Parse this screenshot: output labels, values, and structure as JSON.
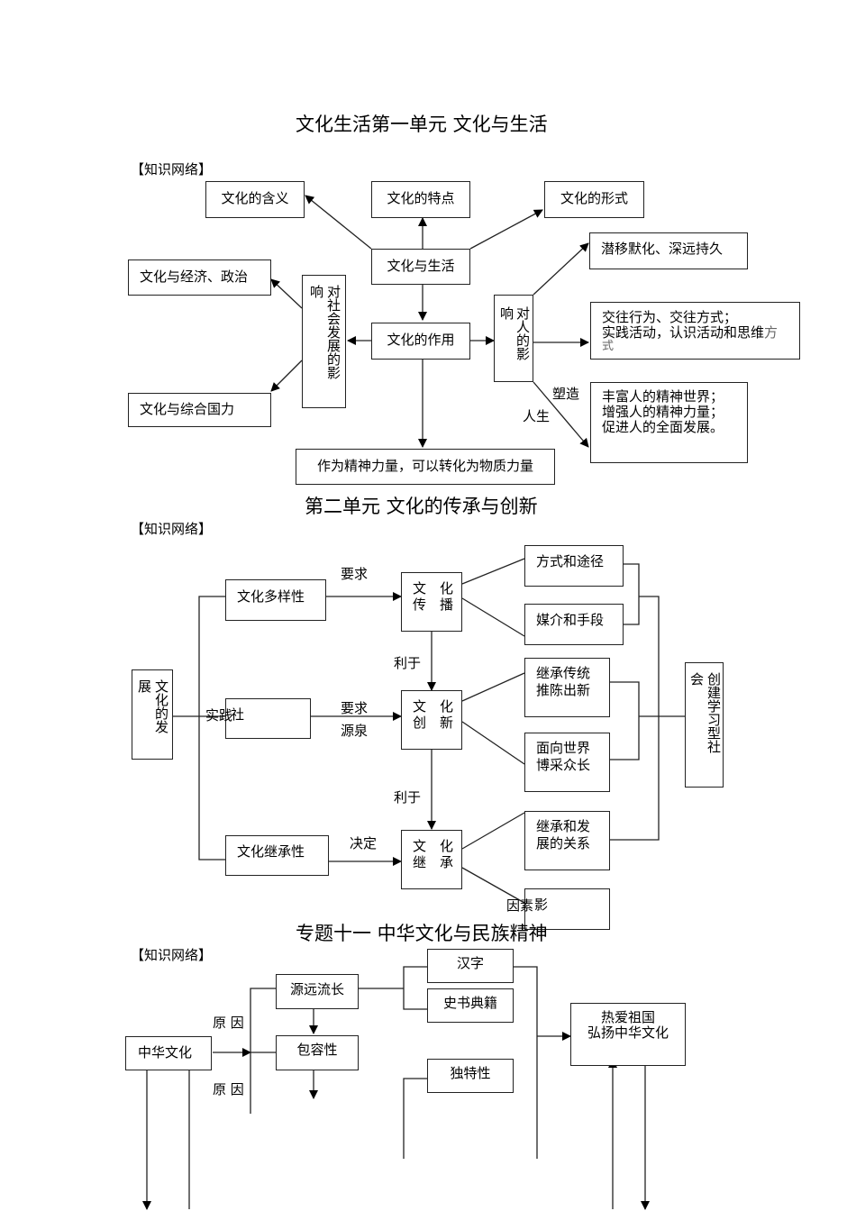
{
  "section1": {
    "title": "文化生活第一单元 文化与生活",
    "network_label": "【知识网络】",
    "nodes": {
      "meaning": "文化的含义",
      "features": "文化的特点",
      "forms": "文化的形式",
      "culture_life": "文化与生活",
      "econ_politics": "文化与经济、政治",
      "society_impact_a": "响",
      "society_impact_b": "对社会发展的影",
      "role": "文化的作用",
      "person_impact_a": "响",
      "person_impact_b": "对人的影",
      "subtle": "潜移默化、深远持久",
      "behavior_line1": "交往行为、交往方式；",
      "behavior_line2": "实践活动，认识活动和思维",
      "behavior_line2_tail": "方",
      "behavior_line3": "式",
      "national_power": "文化与综合国力",
      "spirit_line1": "丰富人的精神世界；",
      "spirit_line2": "增强人的精神力量；",
      "spirit_line3": "促进人的全面发展。",
      "material": "作为精神力量，可以转化为物质力量"
    },
    "edge_labels": {
      "shape": "塑造",
      "life": "人生"
    }
  },
  "section2": {
    "title": "第二单元 文化的传承与创新",
    "network_label": "【知识网络】",
    "nodes": {
      "diversity": "文化多样性",
      "spread_l1": "文　化",
      "spread_l2": "传　播",
      "ways": "方式和途径",
      "media": "媒介和手段",
      "development_a": "展",
      "development_b": "文化的发",
      "practice_overlap": "实践",
      "practice": "社",
      "innov_l1": "文　化",
      "innov_l2": "创　新",
      "inherit_trad_l1": "继承传统",
      "inherit_trad_l2": "推陈出新",
      "face_world_l1": "面向世界",
      "face_world_l2": "博采众长",
      "learning_soc_a": "会",
      "learning_soc_b": "创建学习型社",
      "heritage": "文化继承性",
      "inherit_l1": "文　化",
      "inherit_l2": "继　承",
      "relation_l1": "继承和发",
      "relation_l2": "展的关系",
      "factors_overlap": "因素",
      "factors": "影"
    },
    "edge_labels": {
      "require1": "要求",
      "benefit1": "利于",
      "require2": "要求",
      "source": "源泉",
      "benefit2": "利于",
      "decide": "决定"
    }
  },
  "section3": {
    "title": "专题十一 中华文化与民族精神",
    "network_label": "【知识网络】",
    "nodes": {
      "chinese_culture": "中华文化",
      "long_history": "源远流长",
      "inclusive": "包容性",
      "characters": "汉字",
      "histories": "史书典籍",
      "unique": "独特性",
      "love_l1": "热爱祖国",
      "love_l2": "弘扬中华文化"
    },
    "edge_labels": {
      "reason1": "原 因",
      "reason2": "原 因"
    }
  }
}
